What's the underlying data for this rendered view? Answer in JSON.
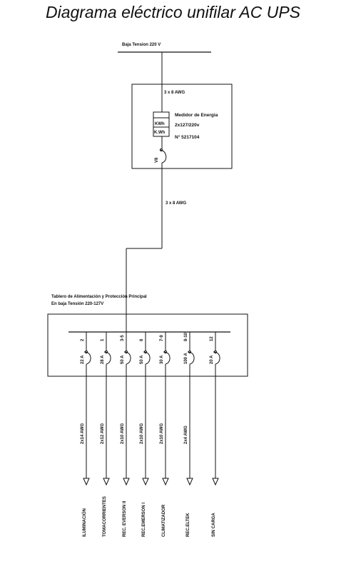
{
  "title": "Diagrama eléctrico unifilar AC UPS",
  "supply": {
    "label": "Baja Tension 220 V"
  },
  "meter_enclosure": {
    "cable_in": "3 x 8 AWG",
    "meter_symbol_top": "KWh",
    "meter_symbol_bottom": "K.Wh",
    "meter_title": "Medidor de Energia",
    "meter_rating": "2x127/220v",
    "meter_serial": "N° 5217104",
    "switch_label": "V8"
  },
  "feeder": {
    "cable": "3 x 8 AWG"
  },
  "panel": {
    "title_line1": "Tablero de Alimentación y Protección Principal",
    "title_line2": "En baja Tensión  220-127V"
  },
  "circuits": [
    {
      "number": "2",
      "breaker": "22 A",
      "cable": "2x14 AWG",
      "load": "ILUMINACIÓN"
    },
    {
      "number": "1",
      "breaker": "28 A",
      "cable": "2x12 AWG",
      "load": "TOMACORRIENTES"
    },
    {
      "number": "3-5",
      "breaker": "50 A",
      "cable": "2x10 AWG",
      "load": "REC. EVERSON II"
    },
    {
      "number": "6",
      "breaker": "50 A",
      "cable": "2x10 AWG",
      "load": "REC.EMERSON I"
    },
    {
      "number": "7-9",
      "breaker": "30 A",
      "cable": "2x10 AWG",
      "load": "CLIMATIZADOR"
    },
    {
      "number": "8-10",
      "breaker": "100 A",
      "cable": "2x4 AWG",
      "load": "REC.ELTEK"
    },
    {
      "number": "12",
      "breaker": "20 A",
      "cable": "",
      "load": "SIN CARGA"
    }
  ]
}
